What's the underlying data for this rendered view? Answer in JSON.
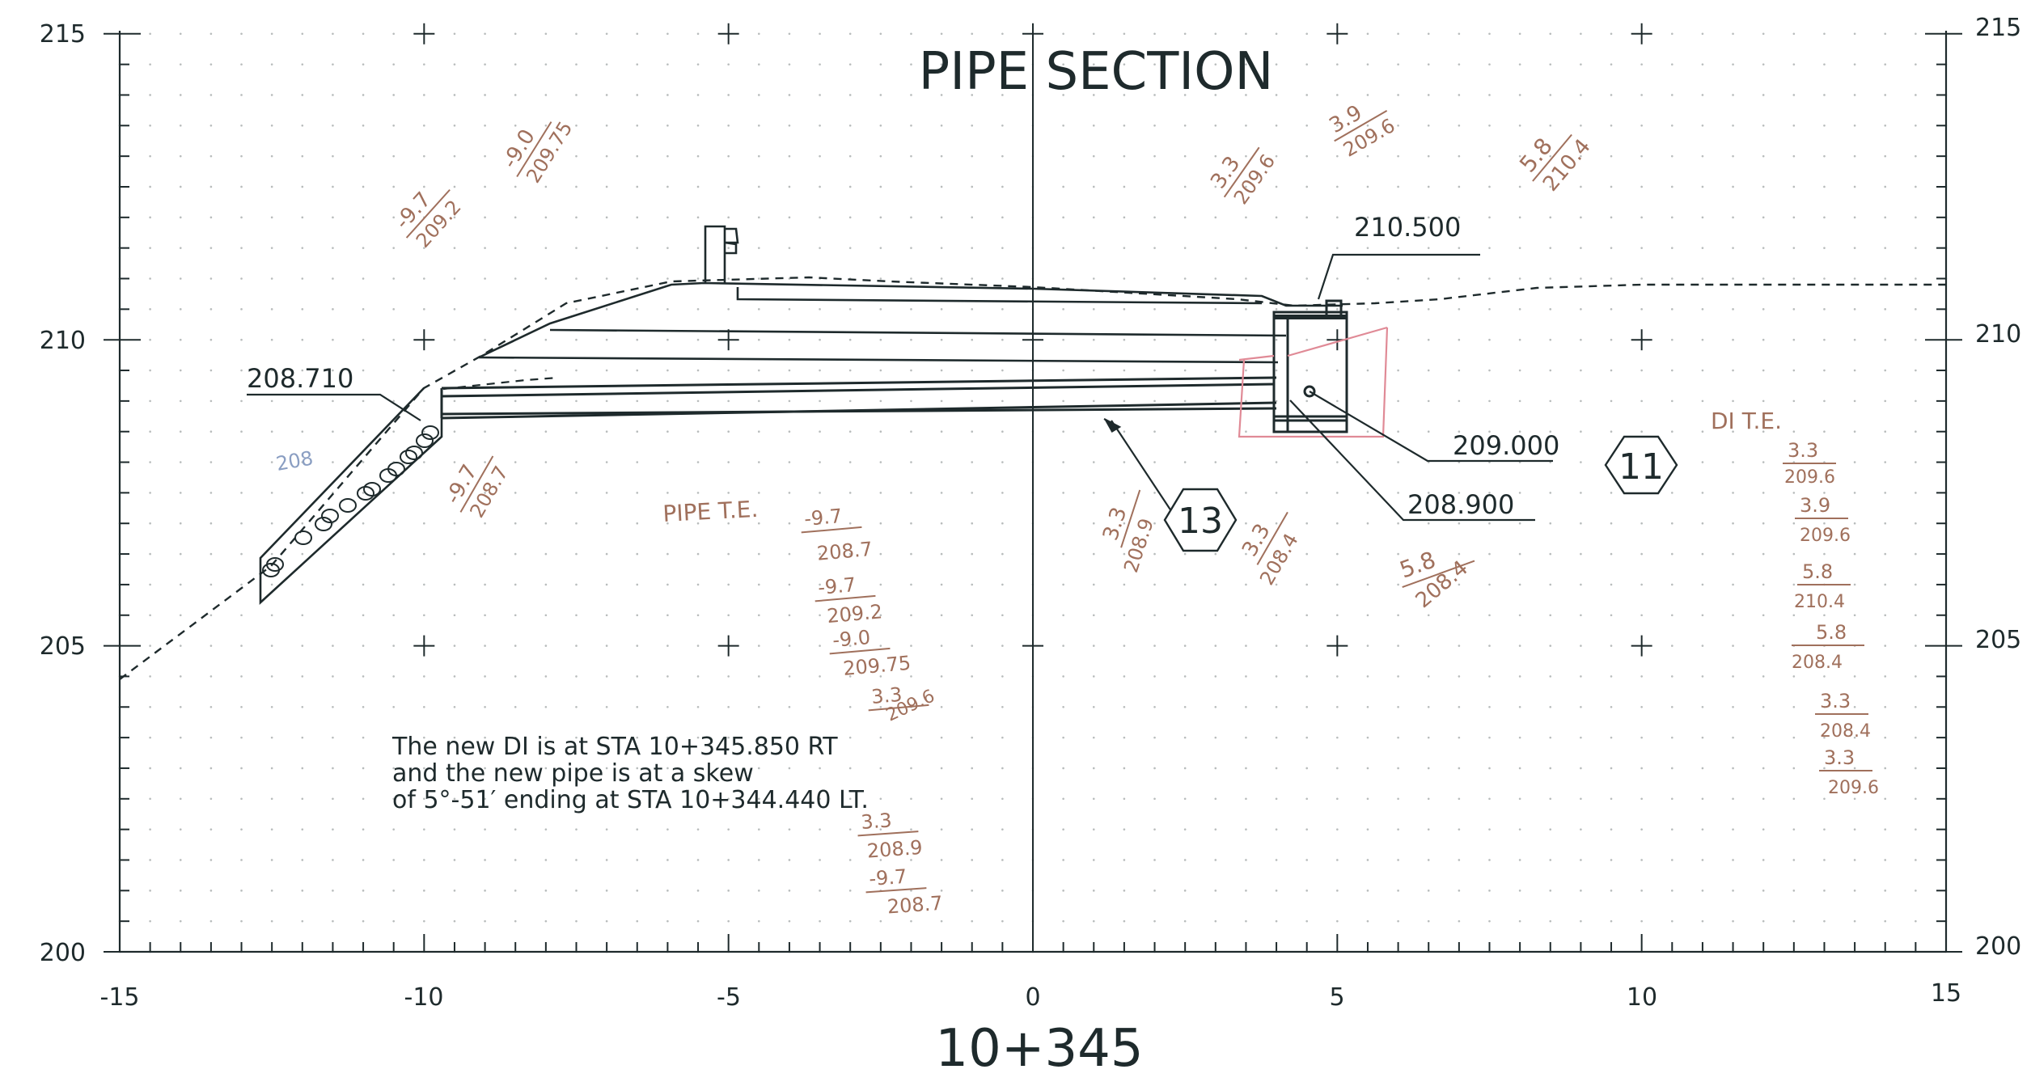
{
  "title": "PIPE SECTION",
  "station_label": "10+345",
  "axes": {
    "x_ticks": [
      "-15",
      "-10",
      "-5",
      "0",
      "5",
      "10",
      "15"
    ],
    "y_ticks": [
      "200",
      "205",
      "210",
      "215"
    ],
    "x_range": [
      -15,
      15
    ],
    "y_range": [
      200,
      215
    ]
  },
  "callouts": {
    "elev_top_of_inlet": "210.500",
    "elev_inlet_invert": "209.000",
    "elev_pipe_invert_at_inlet": "208.900",
    "elev_pipe_invert_at_end": "208.710",
    "item_eleven": "11",
    "item_thirteen": "13"
  },
  "note": {
    "line1": "The new DI is at STA 10+345.850 RT",
    "line2": "and the new pipe is at a skew",
    "line3": "of 5°-51′ ending at STA 10+344.440 LT."
  },
  "handwritten": {
    "upper_left": [
      {
        "top": "-9.7",
        "bottom": "209.2"
      },
      {
        "top": "-9.0",
        "bottom": "209.75"
      }
    ],
    "left_lower": {
      "top": "-9.7",
      "bottom": "208.7"
    },
    "left_scribble": "208",
    "upper_right": [
      {
        "top": "3.3",
        "bottom": "209.6"
      },
      {
        "top": "3.9",
        "bottom": "209.6"
      },
      {
        "top": "5.8",
        "bottom": "210.4"
      }
    ],
    "pipe_te_label": "PIPE T.E.",
    "pipe_te_list": [
      {
        "top": "-9.7",
        "bottom": "208.7"
      },
      {
        "top": "-9.7",
        "bottom": "209.2"
      },
      {
        "top": "-9.0",
        "bottom": "209.75"
      },
      {
        "top": "3.3",
        "bottom": "209.6"
      }
    ],
    "pipe_te_list_lower": [
      {
        "top": "3.3",
        "bottom": "208.9"
      },
      {
        "top": "-9.7",
        "bottom": "208.7"
      }
    ],
    "center_right": [
      {
        "top": "3.3",
        "bottom": "208.9"
      },
      {
        "top": "3.3",
        "bottom": "208.4"
      },
      {
        "top": "5.8",
        "bottom": "208.4"
      }
    ],
    "di_te_label": "DI T.E.",
    "di_te_list": [
      {
        "top": "3.3",
        "bottom": "209.6"
      },
      {
        "top": "3.9",
        "bottom": "209.6"
      },
      {
        "top": "5.8",
        "bottom": "210.4"
      },
      {
        "top": "5.8",
        "bottom": "208.4"
      },
      {
        "top": "3.3",
        "bottom": "208.4"
      },
      {
        "top": "3.3",
        "bottom": "209.6"
      }
    ]
  },
  "colors": {
    "ink": "#1e2a2c",
    "pencil_red": "#a0705c",
    "pink": "#e08a96",
    "blue_pencil": "#8a9ec2",
    "grid_dot": "#b8bcbc"
  }
}
